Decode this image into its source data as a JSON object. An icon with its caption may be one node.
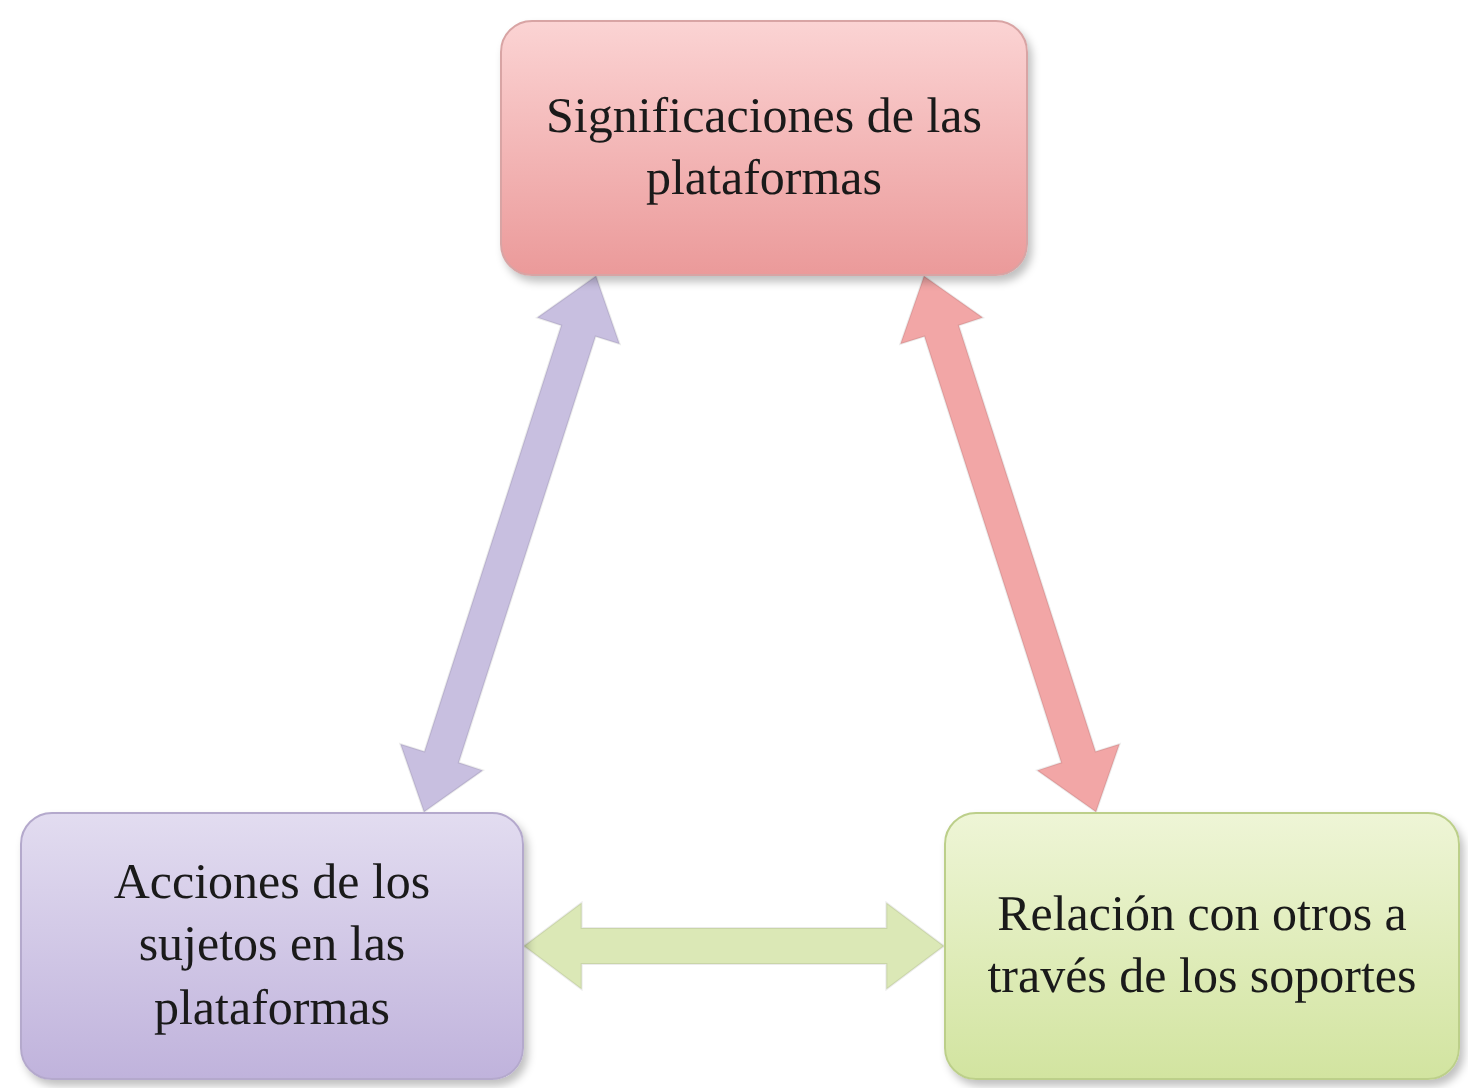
{
  "diagram": {
    "nodes": [
      {
        "text": [
          "Significaciones de las plataformas"
        ]
      },
      {
        "text": [
          "Acciones de los sujetos en las plataformas"
        ]
      },
      {
        "text": [
          "Relación con otros a través de los soportes"
        ]
      }
    ],
    "edges": [
      {
        "from": 0,
        "to": 2,
        "arrow": "both",
        "style": "thick",
        "color": "#f2a6a6"
      },
      {
        "from": 2,
        "to": 1,
        "arrow": "both",
        "style": "thick",
        "color": "#dbe8b6"
      },
      {
        "from": 1,
        "to": 0,
        "arrow": "both",
        "style": "thick",
        "color": "#c8bfe0"
      }
    ]
  }
}
